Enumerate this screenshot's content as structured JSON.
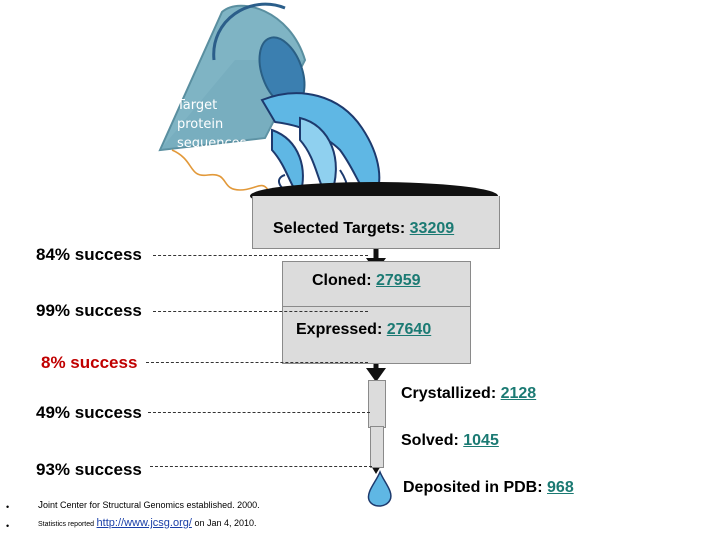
{
  "bucket": {
    "line1": "Target",
    "line2": "protein",
    "line3": "sequences"
  },
  "stages": {
    "selected": {
      "label": "Selected Targets:",
      "value": "33209"
    },
    "cloned": {
      "label": "Cloned:",
      "value": "27959"
    },
    "expressed": {
      "label": "Expressed:",
      "value": "27640"
    },
    "crystallized": {
      "label": "Crystallized:",
      "value": "2128"
    },
    "solved": {
      "label": "Solved:",
      "value": "1045"
    },
    "deposited": {
      "label": "Deposited in PDB:",
      "value": "968"
    }
  },
  "success_rates": {
    "r1": "84% success",
    "r2": "99% success",
    "r3": "8% success",
    "r4": "49% success",
    "r5": "93% success"
  },
  "notes": {
    "note1_first": "J",
    "note1_rest": "oint Center for Structural Genomics established. 2000.",
    "note2_prefix": "Statistics reported",
    "note2_link": "http://www.jcsg.org/",
    "note2_suffix": "on Jan 4, 2010."
  },
  "colors": {
    "value_link": "#1b7a73",
    "highlight_rate": "#c00000",
    "box_fill": "#dcdcdc",
    "funnel_rim": "#111111",
    "water": "#5fb7e4"
  }
}
